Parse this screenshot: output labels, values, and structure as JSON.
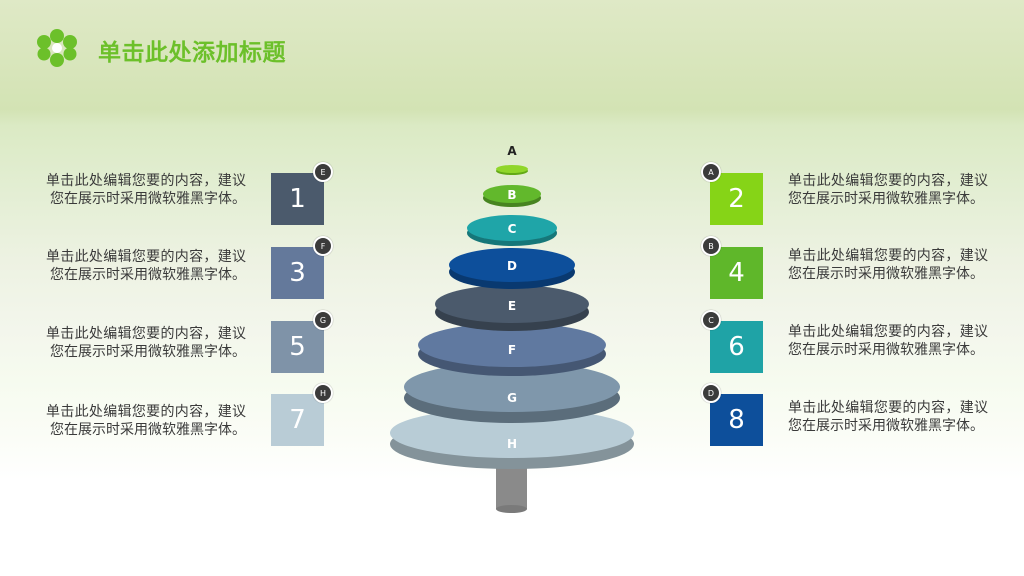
{
  "title": "单击此处添加标题",
  "colors": {
    "accent": "#6cc02a",
    "badge": "#3b3b3b",
    "trunk": "#8a8a8a"
  },
  "tree": {
    "top_label": "A",
    "layers": [
      {
        "label": "B",
        "color": "#62b82c"
      },
      {
        "label": "C",
        "color": "#1fa5a8"
      },
      {
        "label": "D",
        "color": "#0d4f9b"
      },
      {
        "label": "E",
        "color": "#4b5a6c"
      },
      {
        "label": "F",
        "color": "#6079a0"
      },
      {
        "label": "G",
        "color": "#7f97ab"
      },
      {
        "label": "H",
        "color": "#b8ccd6"
      }
    ]
  },
  "left_items": [
    {
      "number": "1",
      "badge": "E",
      "color": "#4b5a6c",
      "text": "单击此处编辑您要的内容，建议您在展示时采用微软雅黑字体。"
    },
    {
      "number": "3",
      "badge": "F",
      "color": "#64799b",
      "text": "单击此处编辑您要的内容，建议您在展示时采用微软雅黑字体。"
    },
    {
      "number": "5",
      "badge": "G",
      "color": "#7f93a8",
      "text": "单击此处编辑您要的内容，建议您在展示时采用微软雅黑字体。"
    },
    {
      "number": "7",
      "badge": "H",
      "color": "#b9ccd6",
      "text": "单击此处编辑您要的内容，建议您在展示时采用微软雅黑字体。"
    }
  ],
  "right_items": [
    {
      "number": "2",
      "badge": "A",
      "color": "#86d417",
      "text": "单击此处编辑您要的内容，建议您在展示时采用微软雅黑字体。"
    },
    {
      "number": "4",
      "badge": "B",
      "color": "#5fb72a",
      "text": "单击此处编辑您要的内容，建议您在展示时采用微软雅黑字体。"
    },
    {
      "number": "6",
      "badge": "C",
      "color": "#1fa3a6",
      "text": "单击此处编辑您要的内容，建议您在展示时采用微软雅黑字体。"
    },
    {
      "number": "8",
      "badge": "D",
      "color": "#0d4f9b",
      "text": "单击此处编辑您要的内容，建议您在展示时采用微软雅黑字体。"
    }
  ]
}
